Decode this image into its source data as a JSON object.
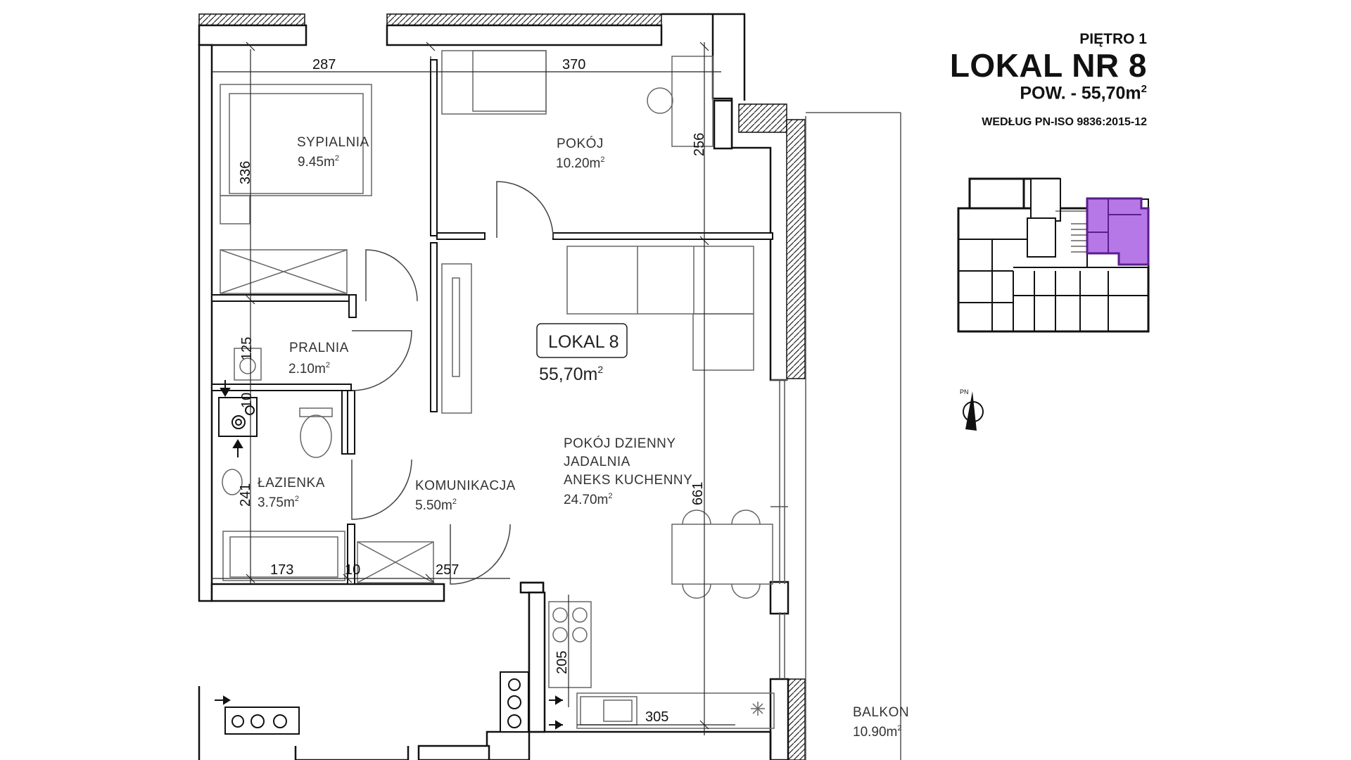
{
  "header": {
    "floor": "PIĘTRO 1",
    "unit_title": "LOKAL NR 8",
    "area_prefix": "POW. - 55,70m",
    "area_sup": "2",
    "standard": "WEDŁUG PN-ISO 9836:2015-12"
  },
  "rooms": {
    "sypialnia": {
      "name": "SYPIALNIA",
      "area": "9.45m",
      "sup": "2"
    },
    "pokoj": {
      "name": "POKÓJ",
      "area": "10.20m",
      "sup": "2"
    },
    "pralnia": {
      "name": "PRALNIA",
      "area": "2.10m",
      "sup": "2"
    },
    "lazienka": {
      "name": "ŁAZIENKA",
      "area": "3.75m",
      "sup": "2"
    },
    "komunikacja": {
      "name": "KOMUNIKACJA",
      "area": "5.50m",
      "sup": "2"
    },
    "dzienny": {
      "line1": "POKÓJ DZIENNY",
      "line2": "JADALNIA",
      "line3": "ANEKS KUCHENNY",
      "area": "24.70m",
      "sup": "2"
    },
    "balkon": {
      "name": "BALKON",
      "area": "10.90m",
      "sup": "2"
    }
  },
  "unit_label": {
    "name": "LOKAL 8",
    "area": "55,70m",
    "sup": "2"
  },
  "dimensions": {
    "d287": "287",
    "d370": "370",
    "d336": "336",
    "d256": "256",
    "d125": "125",
    "d10a": "10",
    "d241": "241",
    "d173": "173",
    "d10b": "10",
    "d257": "257",
    "d661": "661",
    "d205": "205",
    "d305": "305"
  },
  "compass": {
    "label": "PN"
  },
  "colors": {
    "highlight": "#9b3fd6",
    "wall": "#111111"
  }
}
